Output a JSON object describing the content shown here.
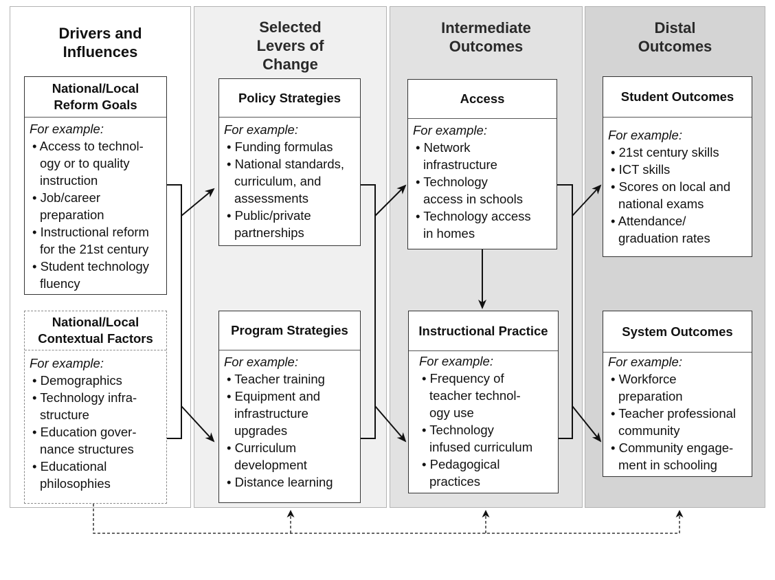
{
  "columns": [
    {
      "title": "Drivers and\nInfluences"
    },
    {
      "title": "Selected\nLevers of\nChange"
    },
    {
      "title": "Intermediate\nOutcomes"
    },
    {
      "title": "Distal\nOutcomes"
    }
  ],
  "example_label": "For example:",
  "boxes": {
    "reform_goals": {
      "title": "National/Local\nReform Goals",
      "items": [
        "Access to technol-\nogy or to quality\ninstruction",
        "Job/career\npreparation",
        "Instructional reform\nfor the 21st century",
        "Student technology\nfluency"
      ]
    },
    "contextual_factors": {
      "title": "National/Local\nContextual Factors",
      "items": [
        "Demographics",
        "Technology infra-\nstructure",
        "Education gover-\nnance structures",
        "Educational\nphilosophies"
      ]
    },
    "policy": {
      "title": "Policy Strategies",
      "items": [
        "Funding formulas",
        "National standards,\ncurriculum, and\nassessments",
        "Public/private\npartnerships"
      ]
    },
    "program": {
      "title": "Program Strategies",
      "items": [
        "Teacher training",
        "Equipment and\ninfrastructure\nupgrades",
        "Curriculum\ndevelopment",
        "Distance learning"
      ]
    },
    "access": {
      "title": "Access",
      "items": [
        "Network\ninfrastructure",
        "Technology\naccess in schools",
        "Technology access\nin homes"
      ]
    },
    "instructional": {
      "title": "Instructional Practice",
      "items": [
        "Frequency of\nteacher technol-\nogy use",
        "Technology\ninfused curriculum",
        "Pedagogical\npractices"
      ]
    },
    "student": {
      "title": "Student Outcomes",
      "items": [
        "21st century skills",
        "ICT skills",
        "Scores on local and\nnational exams",
        "Attendance/\ngraduation rates"
      ]
    },
    "system": {
      "title": "System Outcomes",
      "items": [
        "Workforce\npreparation",
        "Teacher professional\ncommunity",
        "Community engage-\nment in schooling"
      ]
    }
  }
}
